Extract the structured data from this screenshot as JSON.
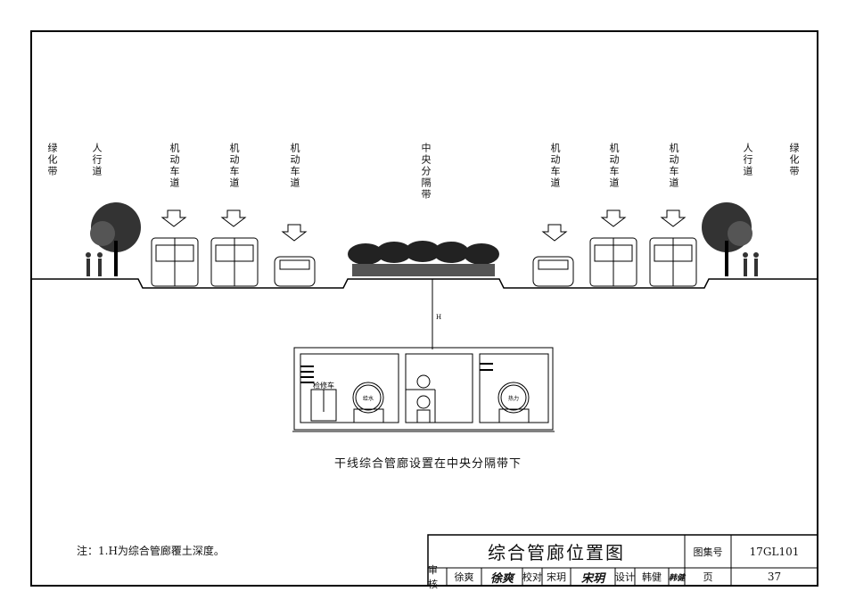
{
  "labels": {
    "green_belt": "绿化带",
    "sidewalk": "人行道",
    "motor_lane": "机动车道",
    "median": "中央分隔带"
  },
  "depth_mark": "H",
  "tunnel": {
    "vehicle_label": "检修车",
    "pipe_left": "给水",
    "pipe_right": "热力"
  },
  "caption": "干线综合管廊设置在中央分隔带下",
  "note": "注：1.H为综合管廊覆土深度。",
  "title_block": {
    "title": "综合管廊位置图",
    "atlas_no_label": "图集号",
    "atlas_no": "17GL101",
    "page_label": "页",
    "page": "37",
    "review_label": "审核",
    "reviewer": "徐爽",
    "reviewer_sig": "徐爽",
    "check_label": "校对",
    "checker": "宋玥",
    "checker_sig": "宋玥",
    "design_label": "设计",
    "designer": "韩健",
    "designer_sig": "韩健"
  }
}
